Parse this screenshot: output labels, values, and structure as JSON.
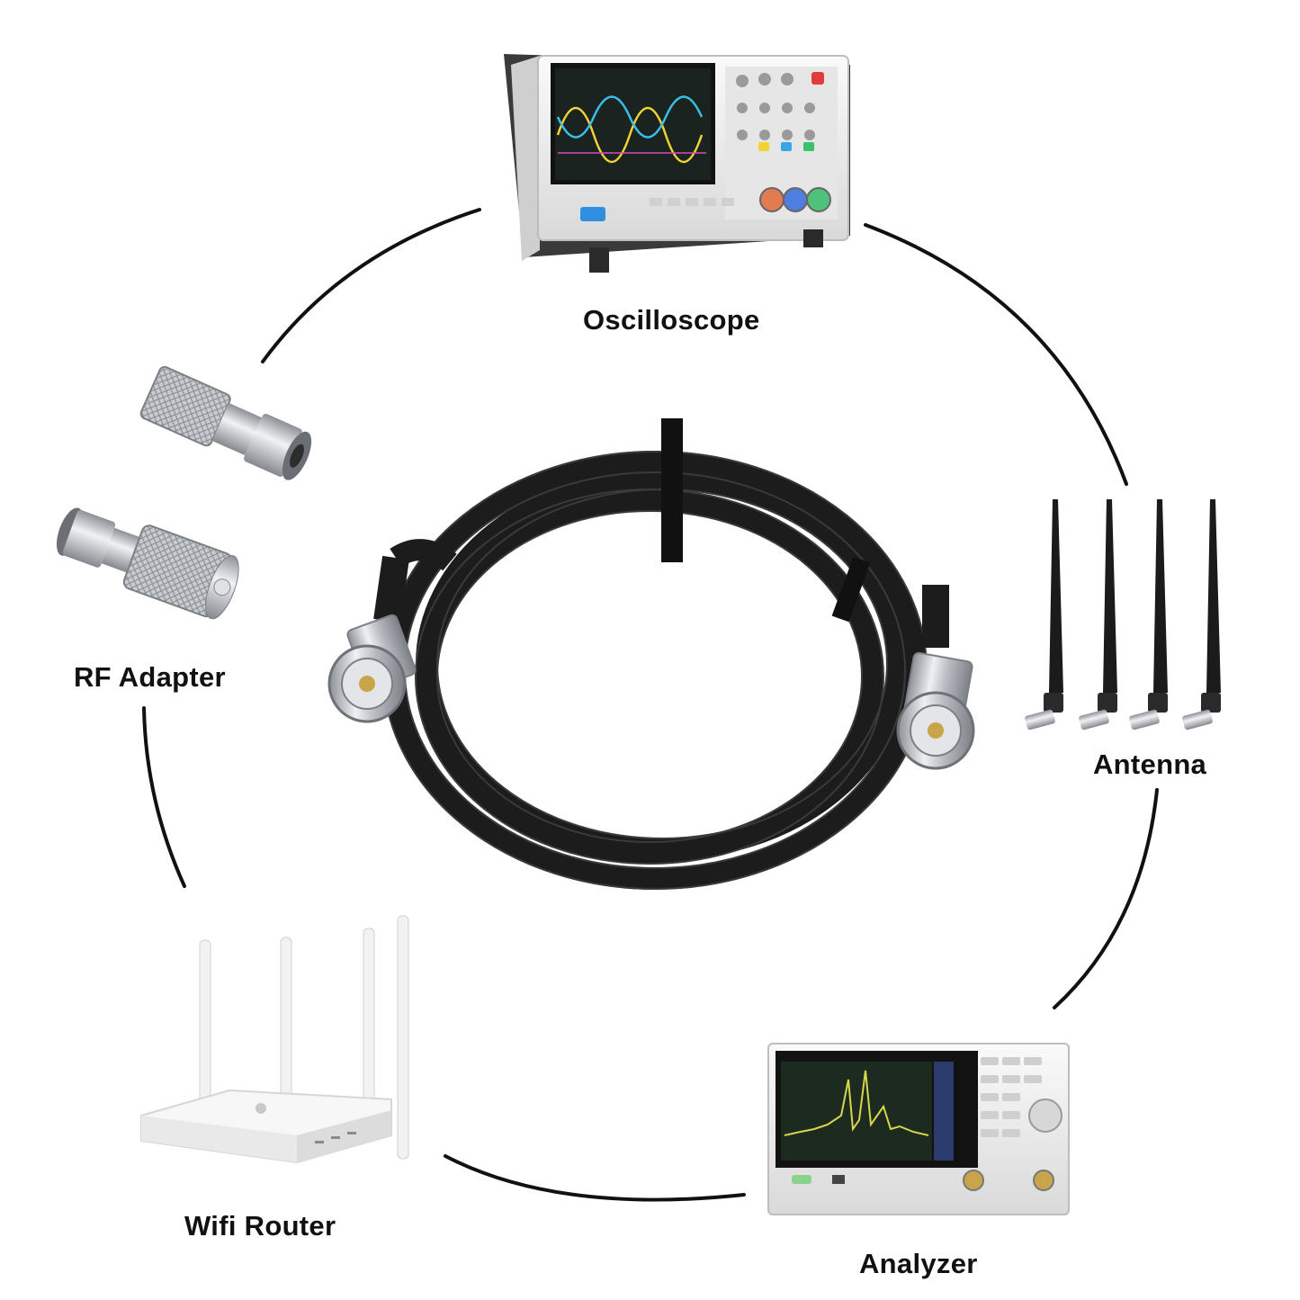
{
  "devices": {
    "oscilloscope": "Oscilloscope",
    "rf_adapter": "RF Adapter",
    "antenna": "Antenna",
    "wifi_router": "Wifi Router",
    "analyzer": "Analyzer"
  },
  "colors": {
    "ring": "#111111",
    "cable": "#1c1c1c",
    "metal": "#c9ccd1",
    "device_body": "#eeeeee",
    "screen": "#1d2a1f"
  }
}
